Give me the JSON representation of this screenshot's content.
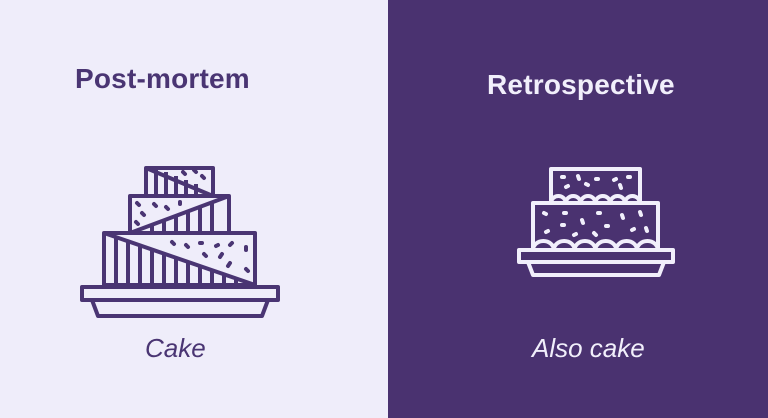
{
  "left_panel": {
    "title": "Post-mortem",
    "caption": "Cake",
    "icon": "layered-cake-striped-icon",
    "background": "#efedfa",
    "foreground": "#4a3573"
  },
  "right_panel": {
    "title": "Retrospective",
    "caption": "Also cake",
    "icon": "two-tier-cake-icon",
    "background": "#4a3270",
    "foreground": "#f1effb"
  }
}
